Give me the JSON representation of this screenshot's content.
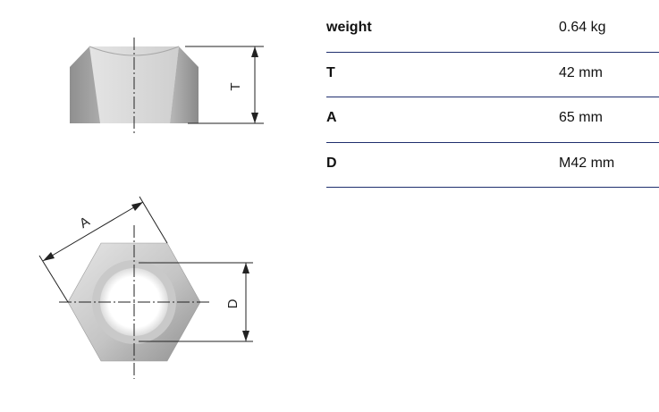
{
  "drawing": {
    "dimension_labels": {
      "T": "T",
      "A": "A",
      "D": "D"
    }
  },
  "specs": [
    {
      "label": "weight",
      "value": "0.64 kg"
    },
    {
      "label": "T",
      "value": "42 mm"
    },
    {
      "label": "A",
      "value": "65 mm"
    },
    {
      "label": "D",
      "value": "M42 mm"
    }
  ],
  "colors": {
    "rule": "#1f2f6e",
    "metal_light": "#d9d9d9",
    "metal_dark": "#9a9a9a"
  }
}
